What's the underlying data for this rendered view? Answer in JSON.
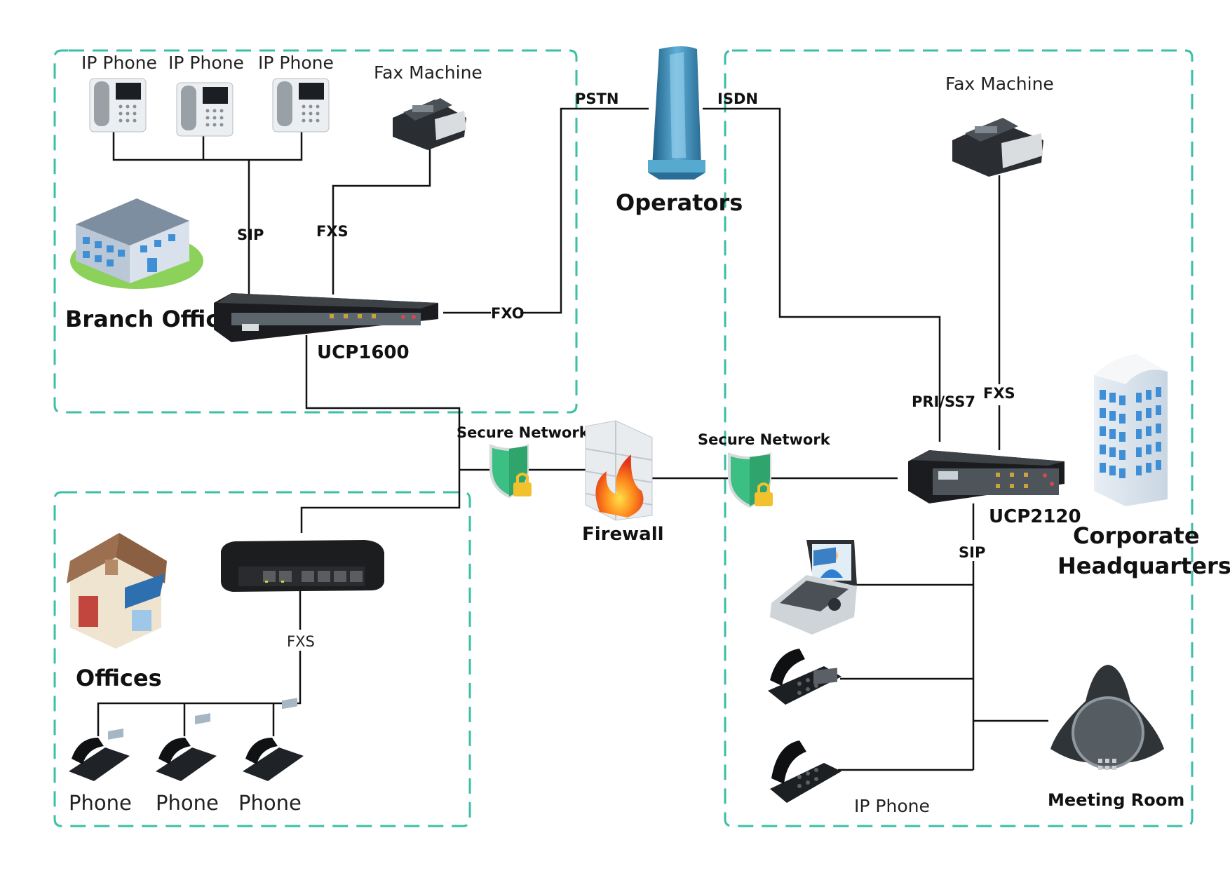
{
  "zones": {
    "branch": {
      "title": "Branch Office"
    },
    "offices": {
      "title": "Offices"
    },
    "hq": {
      "title_line1": "Corporate",
      "title_line2": "Headquarters"
    }
  },
  "operators": {
    "label": "Operators"
  },
  "firewall": {
    "label": "Firewall"
  },
  "secure_network_left": "Secure Network",
  "secure_network_right": "Secure Network",
  "branch": {
    "ip_phones": [
      "IP Phone",
      "IP Phone",
      "IP Phone"
    ],
    "fax": "Fax Machine",
    "device": "UCP1600",
    "links": {
      "sip": "SIP",
      "fxs": "FXS",
      "fxo": "FXO"
    }
  },
  "offices": {
    "phones": [
      "Phone",
      "Phone",
      "Phone"
    ],
    "links": {
      "fxs": "FXS"
    }
  },
  "hq": {
    "fax": "Fax Machine",
    "device": "UCP2120",
    "links": {
      "pri": "PRI/SS7",
      "fxs": "FXS",
      "sip": "SIP"
    },
    "ip_phone": "IP Phone",
    "meeting_room": "Meeting Room"
  },
  "trunks": {
    "pstn": "PSTN",
    "isdn": "ISDN"
  },
  "colors": {
    "zone_border": "#3bbfa6",
    "wire": "#111111",
    "shield": "#3cbf82",
    "lock": "#f2c12e"
  }
}
